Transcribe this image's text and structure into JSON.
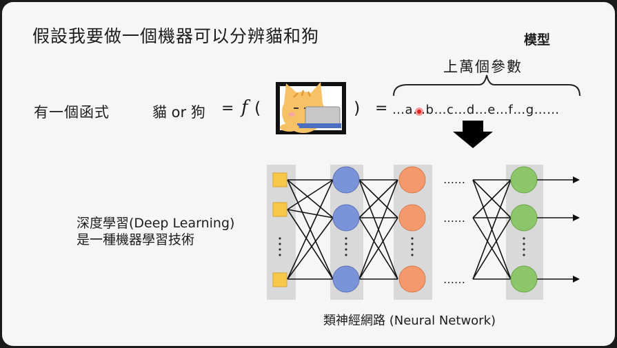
{
  "slide": {
    "title": "假設我要做一個機器可以分辨貓和狗",
    "model_label": "模型",
    "params_label": "上萬個參數",
    "function_label": "有一個函式",
    "cat_or_dog": "貓 or 狗",
    "equals": "=",
    "f_symbol": "f",
    "paren_open": "(",
    "paren_close": ")",
    "params_sequence": "…a…b…c…d…e…f…g……",
    "dl_line1": "深度學習(Deep Learning)",
    "dl_line2": "是一種機器學習技術",
    "nn_label": "類神經網路 (Neural Network)",
    "ellipsis": "……"
  },
  "colors": {
    "input_node": "#f7c84a",
    "hidden1_node": "#7b93d8",
    "hidden2_node": "#f4996b",
    "output_node": "#8cc56a",
    "layer_background": "#d9d9d9",
    "arrow": "#000000"
  },
  "icons": [
    "cat-with-laptop-icon",
    "down-arrow-icon",
    "curly-brace-icon"
  ]
}
